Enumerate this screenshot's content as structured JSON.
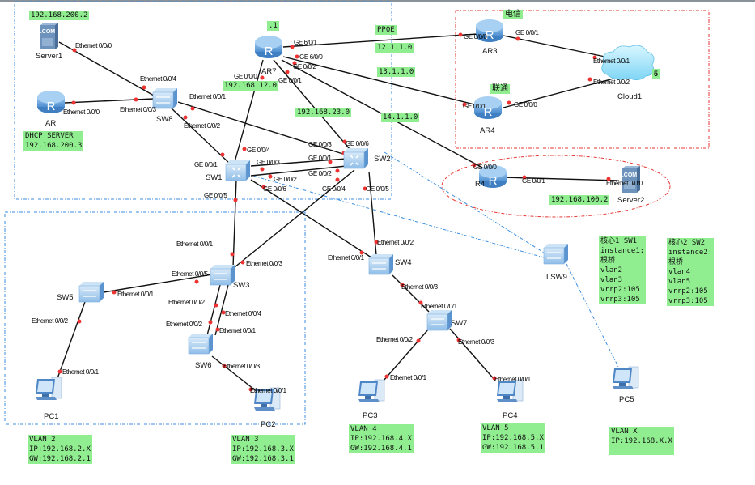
{
  "devices": {
    "server1": "Server1",
    "ar": "AR",
    "sw8": "SW8",
    "ar7": "AR7",
    "ar3": "AR3",
    "ar4": "AR4",
    "cloud1": "Cloud1",
    "r4": "R4",
    "server2": "Server2",
    "sw1": "SW1",
    "sw2": "SW2",
    "sw3": "SW3",
    "sw4": "SW4",
    "sw5": "SW5",
    "sw6": "SW6",
    "sw7": "SW7",
    "lsw9": "LSW9",
    "pc1": "PC1",
    "pc2": "PC2",
    "pc3": "PC3",
    "pc4": "PC4",
    "pc5": "PC5"
  },
  "ports": {
    "server1_e000": "Ethernet 0/0/0",
    "sw8_e004": "Ethernet 0/0/4",
    "ar_e000": "Ethernet 0/0/0",
    "sw8_e003": "Ethernet 0/0/3",
    "sw8_e001": "Ethernet 0/0/1",
    "sw8_e002": "Ethernet 0/0/2",
    "ar7_ge601": "GE 6/0/1",
    "ar7_ge600": "GE 6/0/0",
    "ar7_ge002": "GE 0/0/2",
    "ar7_ge000": "GE 0/0/0",
    "ar7_ge001": "GE 0/0/1",
    "ar3_ge000": "GE 0/0/0",
    "ar3_ge001": "GE 0/0/1",
    "ar4_ge001": "GE 0/0/1",
    "ar4_ge000": "GE 0/0/0",
    "cloud_e001": "Ethernet 0/0/1",
    "cloud_e002": "Ethernet 0/0/2",
    "r4_ge000": "GE 0/0/0",
    "r4_ge001": "GE 0/0/1",
    "server2_e000": "Ethernet 0/0/0",
    "sw1_ge001": "GE 0/0/1",
    "sw1_ge004": "GE 0/0/4",
    "sw1_ge003": "GE 0/0/3",
    "sw1_ge002": "GE 0/0/2",
    "sw1_ge006": "GE 0/0/6",
    "sw1_ge005": "GE 0/0/5",
    "sw2_ge003": "GE 0/0/3",
    "sw2_ge006": "GE 0/0/6",
    "sw2_ge001": "GE 0/0/1",
    "sw2_ge002": "GE 0/0/2",
    "sw2_ge004": "GE 0/0/4",
    "sw2_ge005": "GE 0/0/5",
    "sw3_e001": "Ethernet 0/0/1",
    "sw3_e003": "Ethernet 0/0/3",
    "sw3_e005": "Ethernet 0/0/5",
    "sw3_e002": "Ethernet 0/0/2",
    "sw3_e004": "Ethernet 0/0/4",
    "sw5_e001": "Ethernet 0/0/1",
    "sw5_e002": "Ethernet 0/0/2",
    "sw6_e002": "Ethernet 0/0/2",
    "sw6_e001": "Ethernet 0/0/1",
    "sw6_e003": "Ethernet 0/0/3",
    "pc1_e001": "Ethernet 0/0/1",
    "pc2_e001": "Ethernet 0/0/1",
    "sw4_e002": "Ethernet 0/0/2",
    "sw4_e001": "Ethernet 0/0/1",
    "sw4_e003": "Ethernet 0/0/3",
    "sw7_e001": "Ethernet 0/0/1",
    "sw7_e002": "Ethernet 0/0/2",
    "sw7_e003": "Ethernet 0/0/3",
    "pc3_e001": "Ethernet 0/0/1",
    "pc4_e001": "Ethernet 0/0/1"
  },
  "notes": {
    "server1_ip": "192.168.200.2",
    "dhcp": "DHCP SERVER\n192.168.200.3",
    "ar7_dot1": ".1",
    "net_12": "192.168.12.0",
    "net_23": "192.168.23.0",
    "ppoe": "PPOE",
    "net_121": "12.1.1.0",
    "net_131": "13.1.1.0",
    "net_141": "14.1.1.0",
    "telecom": "电信",
    "unicom": "联通",
    "cloud_num": "5",
    "server2_ip": "192.168.100.2",
    "core1": "核心1 SW1\ninstance1:\n根桥\nvlan2\nvlan3\nvrrp2:105\nvrrp3:105",
    "core2": "核心2 SW2\ninstance2:\n根桥\nvlan4\nvlan5\nvrrp2:105\nvrrp3:105",
    "vlan2": "VLAN 2\nIP:192.168.2.X\nGW:192.168.2.1",
    "vlan3": "VLAN 3\nIP:192.168.3.X\nGW:192.168.3.1",
    "vlan4": "VLAN 4\nIP:192.168.4.X\nGW:192.168.4.1",
    "vlan5": "VLAN 5\nIP:192.168.5.X\nGW:192.168.5.1",
    "vlanx": "VLAN X\nIP:192.168.X.X"
  },
  "colors": {
    "link": "#111111",
    "port_dot": "#ee3333",
    "zone_blue": "#3b8ee0",
    "zone_red": "#e53935",
    "note_bg": "#90ee90",
    "device_blue": "#5b9bd5"
  }
}
